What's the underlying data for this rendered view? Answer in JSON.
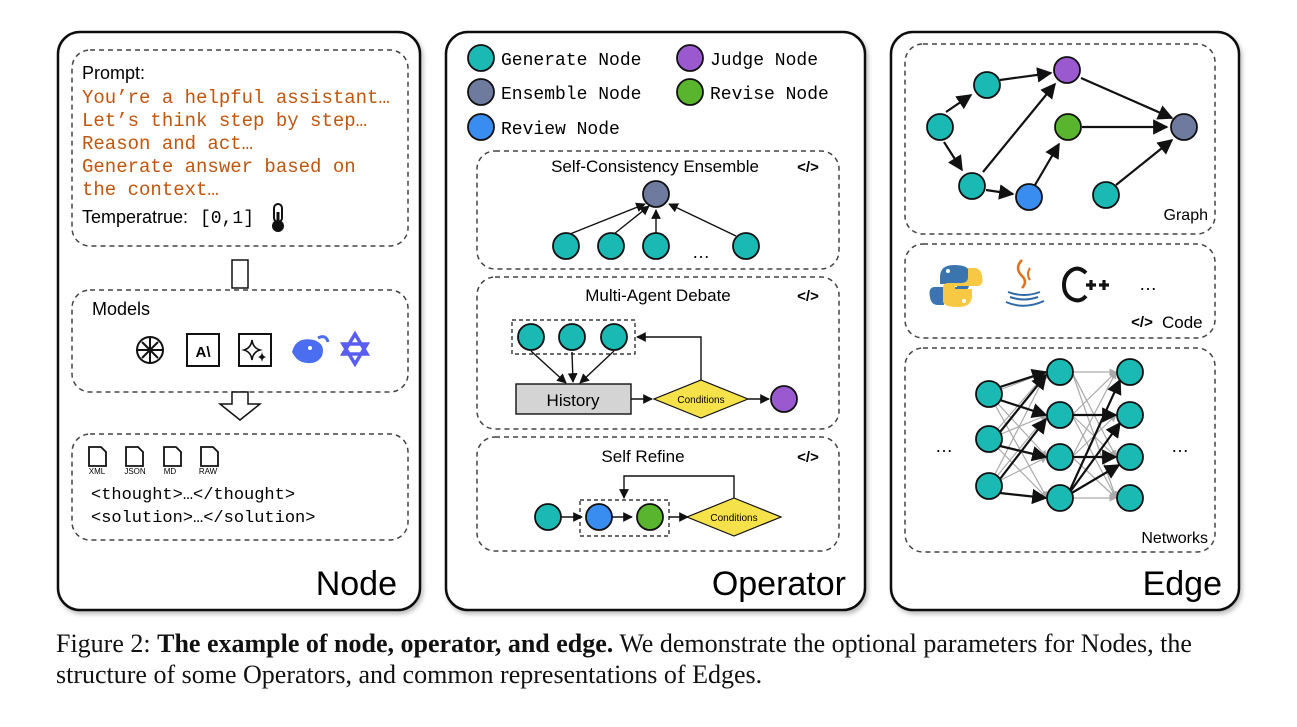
{
  "node_panel": {
    "title": "Node",
    "prompt_label": "Prompt:",
    "prompt_lines": [
      "You’re a helpful assistant…",
      "Let’s think step by step…",
      "Reason and act…",
      "Generate answer based on",
      "the context…"
    ],
    "temperature_label": "Temperatrue:",
    "temperature_value": "[0,1]",
    "models_label": "Models",
    "model_icons": [
      "openai-icon",
      "anthropic-icon",
      "gemini-icon",
      "deepseek-icon",
      "qwen-icon"
    ],
    "formats": [
      "XML",
      "JSON",
      "MD",
      "RAW"
    ],
    "format_lines": [
      "<thought>…</thought>",
      "<solution>…</solution>"
    ]
  },
  "operator_panel": {
    "title": "Operator",
    "legend": [
      {
        "label": "Generate Node",
        "color": "#1ab9b4"
      },
      {
        "label": "Judge Node",
        "color": "#9b59d0"
      },
      {
        "label": "Ensemble Node",
        "color": "#6e7a9e"
      },
      {
        "label": "Revise Node",
        "color": "#5ab52e"
      },
      {
        "label": "Review Node",
        "color": "#3a8df0"
      }
    ],
    "ensemble_title": "Self-Consistency Ensemble",
    "ensemble_ellipsis": "…",
    "debate_title": "Multi-Agent Debate",
    "history_label": "History",
    "conditions_label": "Conditions",
    "refine_title": "Self Refine",
    "refine_conditions_label": "Conditions",
    "code_glyph": "</>"
  },
  "edge_panel": {
    "title": "Edge",
    "graph_label": "Graph",
    "code_label": "Code",
    "code_glyph": "</>",
    "code_languages": [
      "python-icon",
      "java-icon",
      "cpp-icon"
    ],
    "code_ellipsis": "…",
    "networks_label": "Networks",
    "networks_ellipsis_left": "…",
    "networks_ellipsis_right": "…"
  },
  "caption": {
    "prefix": "Figure 2: ",
    "bold": "The example of node, operator, and edge.",
    "rest": " We demonstrate the optional parameters for Nodes, the structure of some Operators, and common representations of Edges."
  },
  "colors": {
    "generate": "#1ab9b4",
    "judge": "#9b59d0",
    "ensemble": "#6e7a9e",
    "revise": "#5ab52e",
    "review": "#3a8df0",
    "prompt_text": "#c0560e",
    "conditions": "#f5e24a",
    "history": "#d4d4d4"
  }
}
